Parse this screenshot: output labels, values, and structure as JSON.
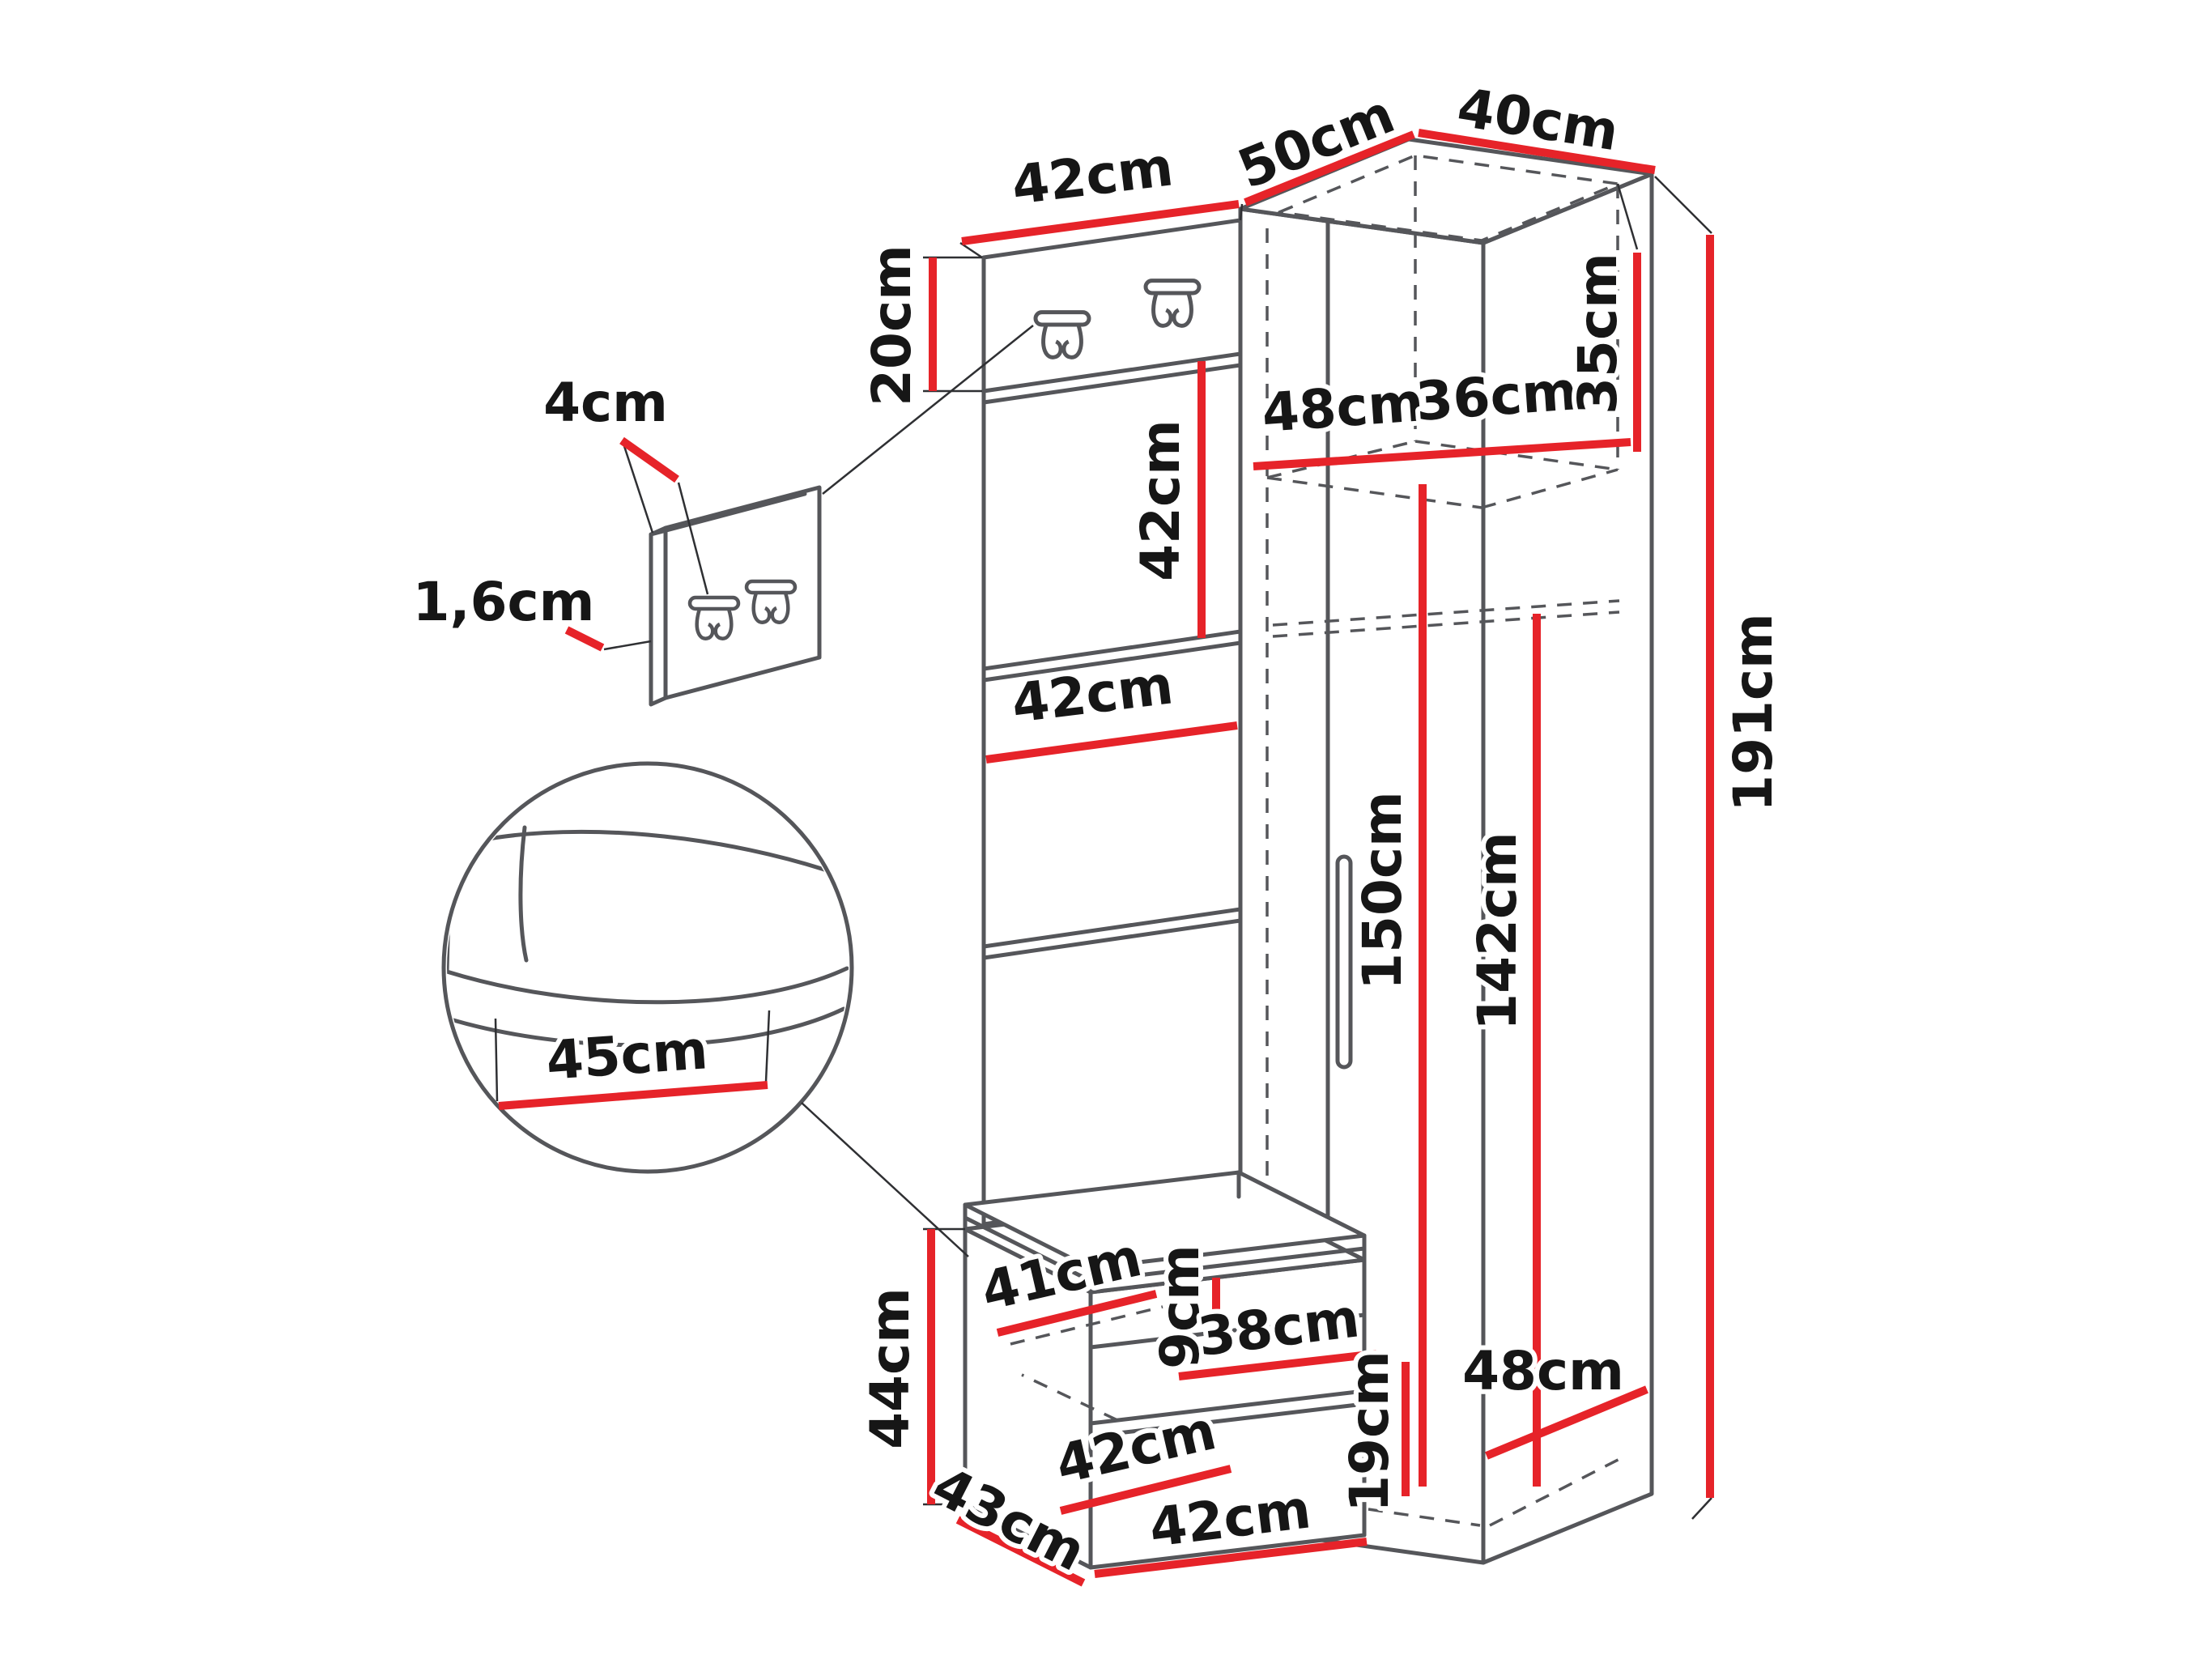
{
  "colors": {
    "dimension": "#e62329",
    "outline": "#55565a",
    "outline_dark": "#2f3033",
    "label": "#161616",
    "background": "#ffffff"
  },
  "icons": {
    "coat_hook": "double-coat-hook-icon"
  },
  "labels": {
    "top_panel_width": "42cm",
    "top_depth": "50cm",
    "top_width": "40cm",
    "hook_board_height": "20cm",
    "hook_detail_depth": "4cm",
    "hook_detail_thickness": "1,6cm",
    "cushion_height": "42cm",
    "panel_width_mid": "42cm",
    "shelf_depth": "48cm",
    "shelf_width": "36cm",
    "top_compartment_height": "35cm",
    "interior_height": "150cm",
    "rail_height": "142cm",
    "total_height": "191cm",
    "seat_detail_depth": "45cm",
    "bench_height": "44cm",
    "bench_shelf_depth": "41cm",
    "seat_gap_height": "9cm",
    "bench_shelf_width": "38cm",
    "bench_inner_width": "42cm",
    "bench_lower_height": "19cm",
    "floor_depth": "48cm",
    "bench_bottom_depth": "43cm",
    "bench_bottom_width": "42cm"
  }
}
